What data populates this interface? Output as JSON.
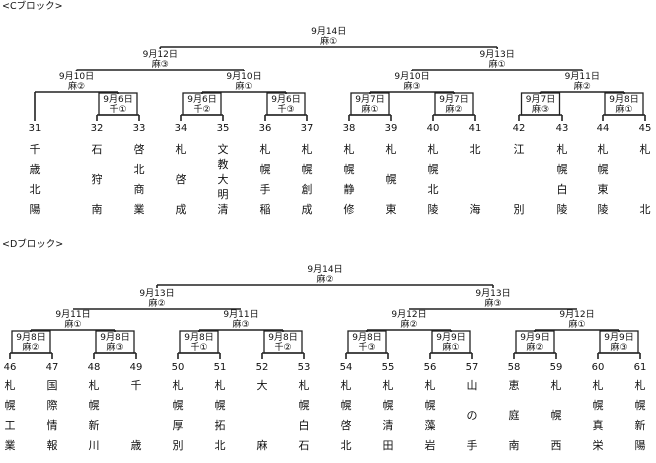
{
  "blocks": [
    {
      "title": "<Cブロック>",
      "teams": [
        {
          "num": "31",
          "name": "千歳北陽"
        },
        {
          "num": "32",
          "name": "石狩南"
        },
        {
          "num": "33",
          "name": "啓北商業"
        },
        {
          "num": "34",
          "name": "札啓成"
        },
        {
          "num": "35",
          "name": "文教大明清"
        },
        {
          "num": "36",
          "name": "札幌手稲"
        },
        {
          "num": "37",
          "name": "札幌創成"
        },
        {
          "num": "38",
          "name": "札幌静修"
        },
        {
          "num": "39",
          "name": "札幌東"
        },
        {
          "num": "40",
          "name": "札幌北陵"
        },
        {
          "num": "41",
          "name": "北海"
        },
        {
          "num": "42",
          "name": "江別"
        },
        {
          "num": "43",
          "name": "札幌白陵"
        },
        {
          "num": "44",
          "name": "札幌東陵"
        },
        {
          "num": "45",
          "name": "札北"
        }
      ],
      "matches": {
        "r1": [
          {
            "date": "9月6日",
            "venue": "千①"
          },
          {
            "date": "9月6日",
            "venue": "千②"
          },
          {
            "date": "9月6日",
            "venue": "千③"
          },
          {
            "date": "9月7日",
            "venue": "麻①"
          },
          {
            "date": "9月7日",
            "venue": "麻②"
          },
          {
            "date": "9月7日",
            "venue": "麻③"
          },
          {
            "date": "9月8日",
            "venue": "麻①"
          }
        ],
        "r2": [
          {
            "date": "9月10日",
            "venue": "麻②"
          },
          {
            "date": "9月10日",
            "venue": "麻①"
          },
          {
            "date": "9月10日",
            "venue": "麻③"
          },
          {
            "date": "9月11日",
            "venue": "麻②"
          }
        ],
        "r3": [
          {
            "date": "9月12日",
            "venue": "麻③"
          },
          {
            "date": "9月13日",
            "venue": "麻①"
          }
        ],
        "final": {
          "date": "9月14日",
          "venue": "麻①"
        }
      }
    },
    {
      "title": "<Dブロック>",
      "teams": [
        {
          "num": "46",
          "name": "札幌工業"
        },
        {
          "num": "47",
          "name": "国際情報"
        },
        {
          "num": "48",
          "name": "札幌新川"
        },
        {
          "num": "49",
          "name": "千歳"
        },
        {
          "num": "50",
          "name": "札幌厚別"
        },
        {
          "num": "51",
          "name": "札幌拓北"
        },
        {
          "num": "52",
          "name": "大麻"
        },
        {
          "num": "53",
          "name": "札幌白石"
        },
        {
          "num": "54",
          "name": "札幌啓北"
        },
        {
          "num": "55",
          "name": "札幌清田"
        },
        {
          "num": "56",
          "name": "札幌藻岩"
        },
        {
          "num": "57",
          "name": "山の手"
        },
        {
          "num": "58",
          "name": "恵庭南"
        },
        {
          "num": "59",
          "name": "札幌西"
        },
        {
          "num": "60",
          "name": "札幌真栄"
        },
        {
          "num": "61",
          "name": "札幌新陽"
        }
      ],
      "matches": {
        "r1": [
          {
            "date": "9月8日",
            "venue": "麻②"
          },
          {
            "date": "9月8日",
            "venue": "麻③"
          },
          {
            "date": "9月8日",
            "venue": "千①"
          },
          {
            "date": "9月8日",
            "venue": "千②"
          },
          {
            "date": "9月8日",
            "venue": "千③"
          },
          {
            "date": "9月9日",
            "venue": "麻①"
          },
          {
            "date": "9月9日",
            "venue": "麻②"
          },
          {
            "date": "9月9日",
            "venue": "麻③"
          }
        ],
        "r2": [
          {
            "date": "9月11日",
            "venue": "麻①"
          },
          {
            "date": "9月11日",
            "venue": "麻③"
          },
          {
            "date": "9月12日",
            "venue": "麻②"
          },
          {
            "date": "9月12日",
            "venue": "麻①"
          }
        ],
        "r3": [
          {
            "date": "9月13日",
            "venue": "麻②"
          },
          {
            "date": "9月13日",
            "venue": "麻③"
          }
        ],
        "final": {
          "date": "9月14日",
          "venue": "麻②"
        }
      }
    }
  ]
}
